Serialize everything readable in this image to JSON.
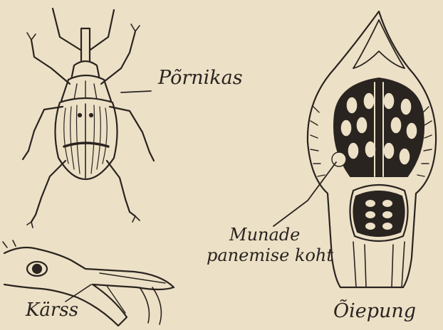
{
  "labels": {
    "beetle": "Põrnikas",
    "eggs_line1": "Munade",
    "eggs_line2": "panemise koht",
    "flower_bud": "Õiepung",
    "snout": "Kärss"
  },
  "colors": {
    "paper": "#ece0c6",
    "ink": "#2a2420"
  }
}
